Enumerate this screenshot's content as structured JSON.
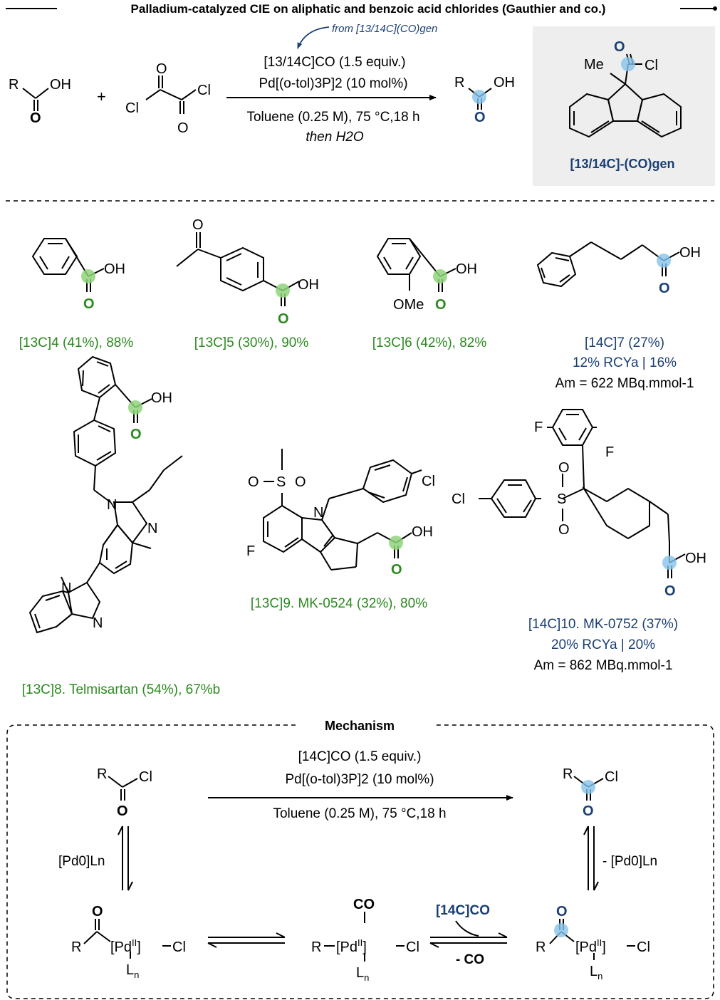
{
  "colors": {
    "green": "#2b8a1f",
    "green_glow": "#8fd37a",
    "blue": "#1a3f73",
    "blue_glow": "#86c3ea",
    "box_fill": "#eeeeee"
  },
  "header": {
    "title": "Palladium-catalyzed CIE on aliphatic and benzoic acid chlorides (Gauthier and co.)"
  },
  "atoms": {
    "R": "R",
    "O": "O",
    "OH": "OH",
    "Cl": "Cl",
    "Me": "Me",
    "OMe": "OMe",
    "N": "N",
    "F": "F",
    "S": "S",
    "CO": "CO",
    "Ln": "L",
    "n": "n"
  },
  "top_reaction": {
    "plus": "+",
    "from_label": "from [13/14C](CO)gen",
    "reagent": "[13/14C]CO (1.5 equiv.)",
    "catalyst": "Pd[(o-tol)3P]2 (10 mol%)",
    "conditions": "Toluene (0.25 M), 75 °C,18 h",
    "workup": "then H2O",
    "cogen_label": "[13/14C]-(CO)gen"
  },
  "compounds": [
    {
      "id": "4",
      "label": "[13C]4 (41%), 88%"
    },
    {
      "id": "5",
      "label": "[13C]5 (30%), 90%"
    },
    {
      "id": "6",
      "label": "[13C]6 (42%), 82%"
    },
    {
      "id": "7",
      "label": "[14C]7 (27%)",
      "line2": "12% RCYa | 16%",
      "line3": "Am = 622 MBq.mmol-1"
    },
    {
      "id": "8",
      "label": "[13C]8. Telmisartan (54%), 67%b"
    },
    {
      "id": "9",
      "label": "[13C]9. MK-0524 (32%), 80%"
    },
    {
      "id": "10",
      "label": "[14C]10. MK-0752 (37%)",
      "line2": "20% RCYa | 20%",
      "line3": "Am = 862 MBq.mmol-1"
    }
  ],
  "mechanism": {
    "title": "Mechanism",
    "reagent": "[14C]CO (1.5 equiv.)",
    "catalyst": "Pd[(o-tol)3P]2 (10 mol%)",
    "conditions": "Toluene (0.25 M), 75 °C,18 h",
    "left_cat": "[Pd0]Ln",
    "right_cat": "- [Pd0]Ln",
    "co_in": "[14C]CO",
    "co_out": "- CO"
  }
}
